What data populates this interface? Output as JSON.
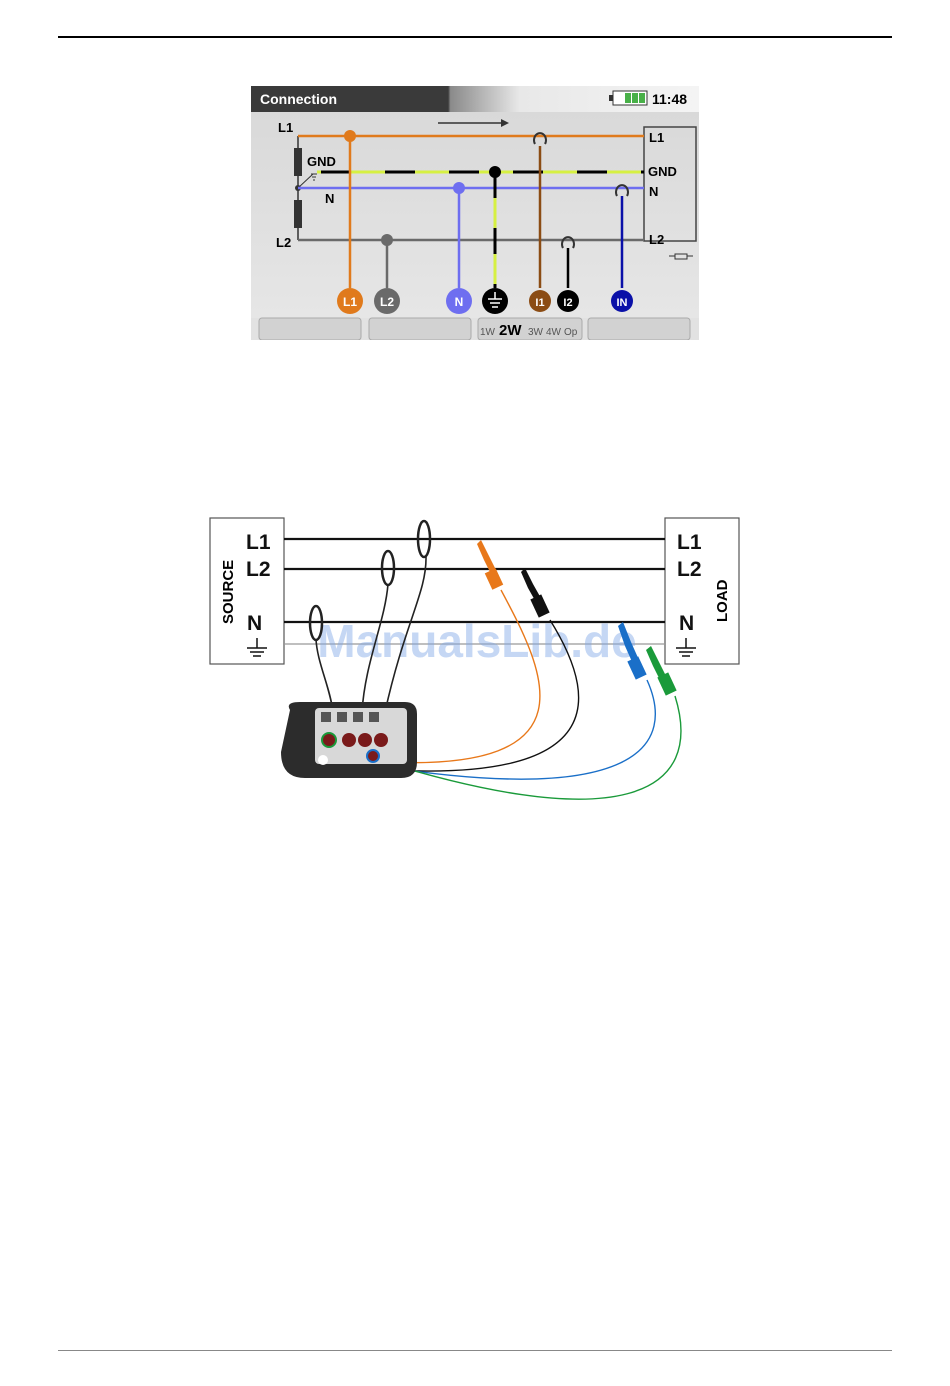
{
  "screen": {
    "header": {
      "title": "Connection",
      "time": "11:48"
    },
    "source_labels": {
      "l1": "L1",
      "gnd": "GND",
      "n": "N",
      "l2": "L2"
    },
    "load_labels": {
      "l1": "L1",
      "gnd": "GND",
      "n": "N",
      "l2": "L2"
    },
    "terminals": [
      {
        "id": "l1",
        "label": "L1",
        "color": "#e07a1c"
      },
      {
        "id": "l2",
        "label": "L2",
        "color": "#6a6a6a"
      },
      {
        "id": "n",
        "label": "N",
        "color": "#6e6ef0"
      },
      {
        "id": "gnd",
        "label": "",
        "color": "#000000"
      },
      {
        "id": "i1",
        "label": "I1",
        "color": "#8b4c14"
      },
      {
        "id": "i2",
        "label": "I2",
        "color": "#000000"
      },
      {
        "id": "in",
        "label": "IN",
        "color": "#0a10a8"
      }
    ],
    "footer": {
      "modes": [
        {
          "label": "1W",
          "selected": false
        },
        {
          "label": "2W",
          "selected": true
        },
        {
          "label": "3W",
          "selected": false
        },
        {
          "label": "4W",
          "selected": false
        },
        {
          "label": "Op",
          "selected": false
        }
      ]
    }
  },
  "wiring": {
    "source_label": "SOURCE",
    "load_label": "LOAD",
    "source_lines": {
      "l1": "L1",
      "l2": "L2",
      "n": "N"
    },
    "load_lines": {
      "l1": "L1",
      "l2": "L2",
      "n": "N"
    },
    "watermark": "ManualsLib.de"
  },
  "colors": {
    "l1": "#e07a1c",
    "l2": "#6a6a6a",
    "n": "#6e6ef0",
    "gnd_stripe": "#d6f042",
    "lead_orange": "#e8781a",
    "lead_blue": "#1a6fc8",
    "lead_green": "#1a9a3a"
  }
}
